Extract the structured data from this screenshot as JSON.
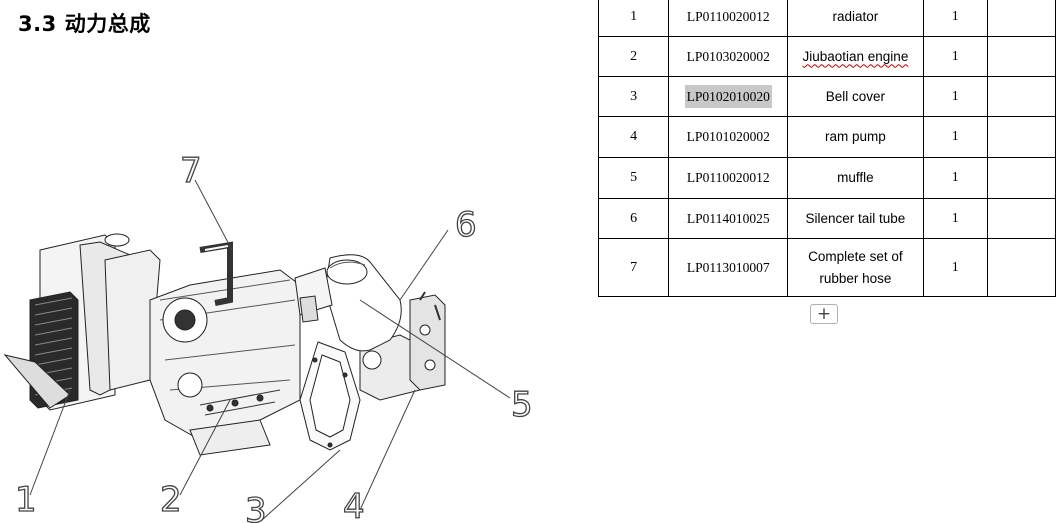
{
  "section": {
    "number": "3.3",
    "title": "动力总成"
  },
  "drawing": {
    "callouts": [
      "1",
      "2",
      "3",
      "4",
      "5",
      "6",
      "7"
    ]
  },
  "parts_table": {
    "rows": [
      {
        "no": "1",
        "code": "LP0110020012",
        "name": "radiator",
        "qty": "1"
      },
      {
        "no": "2",
        "code": "LP0103020002",
        "name": "Jiubaotian engine",
        "qty": "1"
      },
      {
        "no": "3",
        "code": "LP0102010020",
        "name": "Bell cover",
        "qty": "1"
      },
      {
        "no": "4",
        "code": "LP0101020002",
        "name": "ram pump",
        "qty": "1"
      },
      {
        "no": "5",
        "code": "LP0110020012",
        "name": "muffle",
        "qty": "1"
      },
      {
        "no": "6",
        "code": "LP0114010025",
        "name": "Silencer tail tube",
        "qty": "1"
      },
      {
        "no": "7",
        "code": "LP0113010007",
        "name": "Complete set of rubber hose",
        "qty": "1"
      }
    ],
    "add_row_glyph": "+"
  }
}
